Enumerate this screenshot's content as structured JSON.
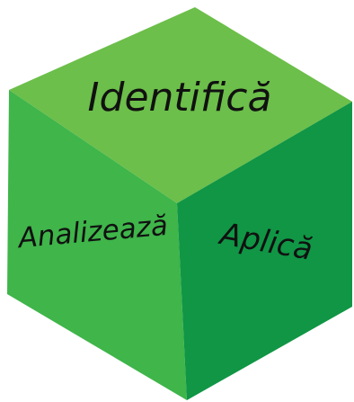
{
  "faces": {
    "top": {
      "label": "Identifică",
      "color": "#6cbf4a"
    },
    "left": {
      "label": "Analizează",
      "color": "#3fb54a"
    },
    "right": {
      "label": "Aplică",
      "color": "#109645"
    }
  },
  "outline_color": "#ffffff"
}
